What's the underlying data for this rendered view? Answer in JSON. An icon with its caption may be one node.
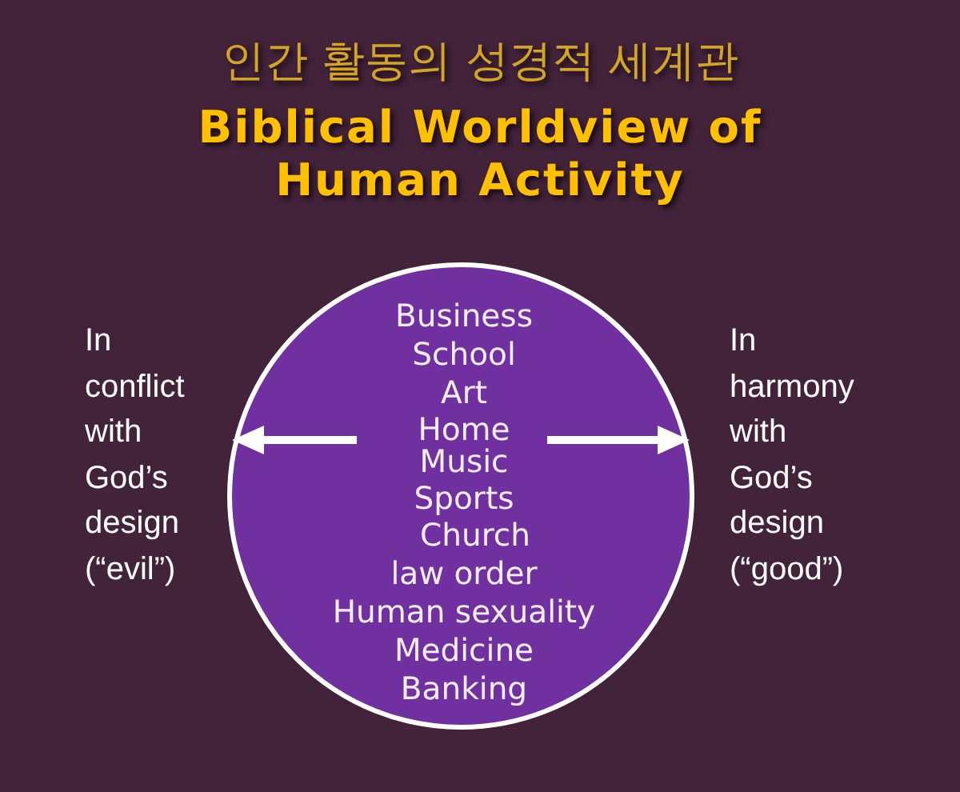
{
  "diagram": {
    "title": "인간 활동의 성경적 세계관",
    "nodes": [
      {
        "text": [
          "Business",
          "School",
          "Art",
          "Home",
          "Music",
          "Sports",
          "Church",
          "law order",
          "Human sexuality",
          "Medicine",
          "Banking"
        ]
      },
      {
        "text": [
          "In conflict with God’s design (“evil”)"
        ]
      },
      {
        "text": [
          "In harmony with God’s design (“good”)"
        ]
      }
    ],
    "edges": [
      {
        "from": 0,
        "to": 1,
        "arrow": "to"
      },
      {
        "from": 0,
        "to": 2,
        "arrow": "to"
      }
    ],
    "labels": [
      "Biblical Worldview of Human Activity"
    ]
  }
}
